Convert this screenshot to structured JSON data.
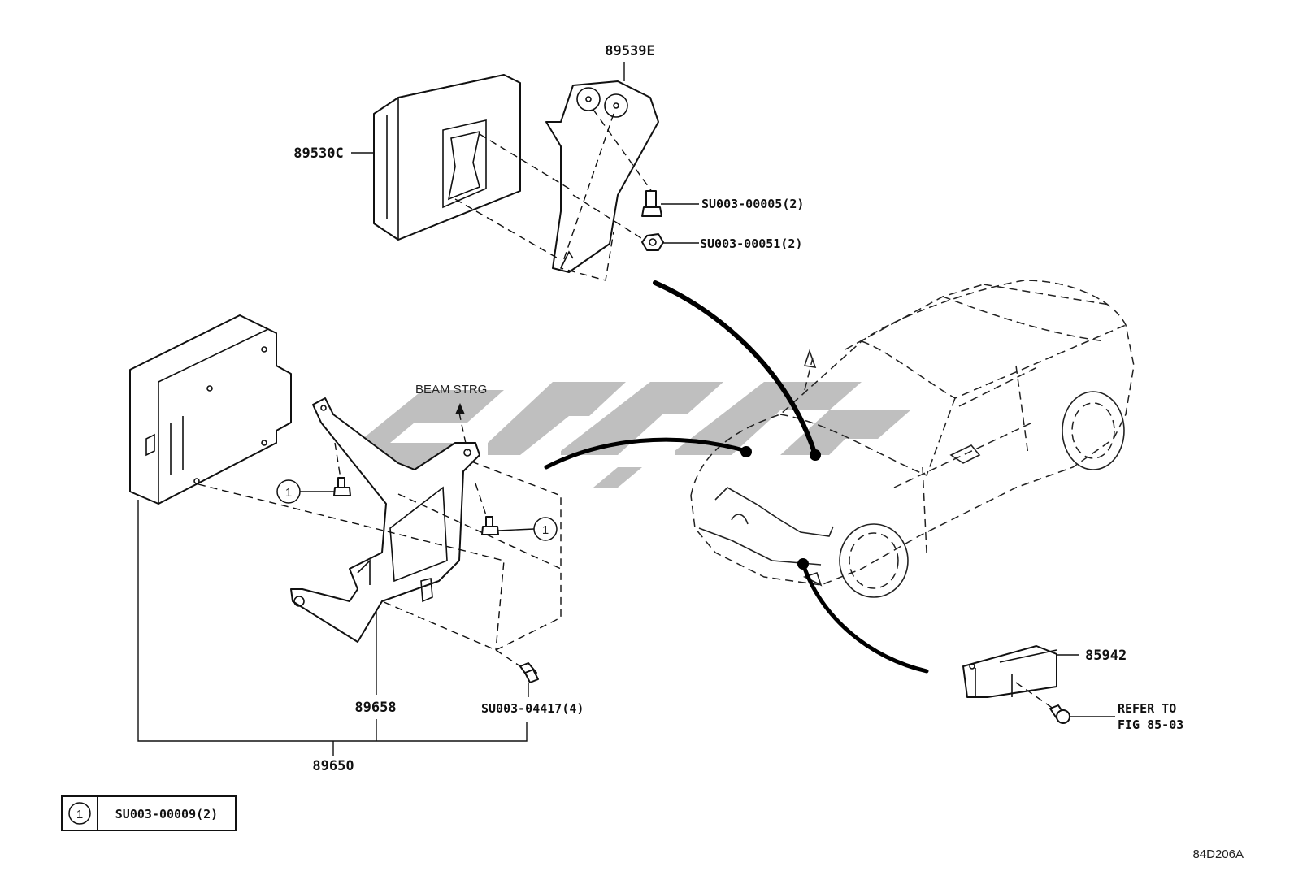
{
  "labels": {
    "p89539e": "89539E",
    "p89530c": "89530C",
    "su00005": "SU003-00005(2)",
    "su00051": "SU003-00051(2)",
    "beam": "BEAM STRG",
    "p89658": "89658",
    "su04417": "SU003-04417(4)",
    "p89650": "89650",
    "p85942": "85942",
    "refer1": "REFER TO",
    "refer2": "FIG 85-03",
    "callout": "1",
    "legend_num": "1",
    "legend_part": "SU003-00009(2)",
    "fig_id": "84D206A"
  },
  "colors": {
    "line": "#111111",
    "watermark": "#8a8a8a",
    "background": "#ffffff"
  }
}
